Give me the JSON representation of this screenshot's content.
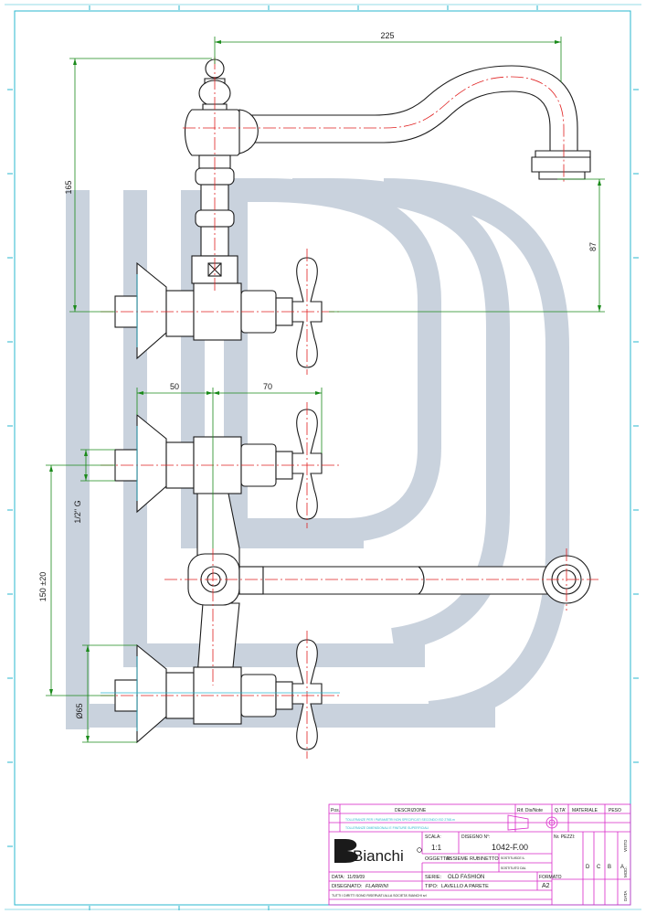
{
  "drawing": {
    "dimensions": {
      "top_span": "225",
      "height_left": "165",
      "height_right": "87",
      "offset_left": "50",
      "offset_right": "70",
      "thread": "1/2\" G",
      "center_distance": "150 ±20",
      "flange_diameter": "Ø65"
    }
  },
  "title_block": {
    "headers": {
      "pos": "Pos.",
      "descrizione": "DESCRIZIONE",
      "rif": "Rif. Dis/Note",
      "qta": "Q.TA'",
      "materiale": "MATERIALE",
      "peso": "PESO"
    },
    "notes": [
      "TOLLERANZE PER I PARAMETRI NON SPECIFICATI SECONDO ISO 2768-m",
      "TOLLERANZE DIMENSIONALI E FINITURE SUPERFICIALI"
    ],
    "scala_label": "SCALA:",
    "scala": "1:1",
    "disegno_label": "DISEGNO N°:",
    "disegno": "1042-F.00",
    "pezzi_label": "Nr. PEZZI:",
    "oggetto_label": "OGGETTO:",
    "oggetto": "ASSIEME RUBINETTO",
    "serie_label": "SERIE:",
    "serie": "OLD FASHION",
    "tipo_label": "TIPO:",
    "tipo": "LAVELLO A PARETE",
    "formato_label": "FORMATO",
    "formato": "A2",
    "data_label": "DATA:",
    "data": "11/09/09",
    "disegnato_label": "DISEGNATO:",
    "disegnato": "FLARRINI",
    "footer": "TUTTI I DIRITTI SONO RISERVATI ALLA SOCIETA' BIANCHI srl",
    "logo": "Bianchi",
    "rev_letters": [
      "D",
      "C",
      "B",
      "A"
    ],
    "rev_labels": [
      "MOD.",
      "VISTO",
      "DATA"
    ],
    "small_labels": [
      "SOSTITUISCE IL",
      "SOSTITUITO DAL"
    ]
  },
  "colors": {
    "outline": "#1a1a1a",
    "dimension": "#1a8a1a",
    "centerline": "#e02020",
    "border": "#2ab7cf",
    "title_block": "#d828c8",
    "watermark": "#c3ccd8"
  }
}
